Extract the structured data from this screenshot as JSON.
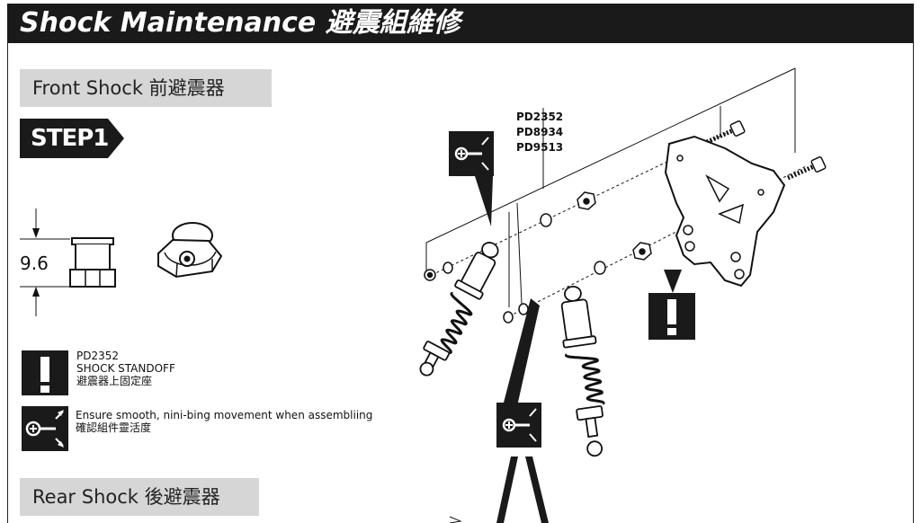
{
  "header": {
    "title": "Shock Maintenance 避震組維修"
  },
  "sections": {
    "front": {
      "label": "Front Shock 前避震器"
    },
    "rear": {
      "label": "Rear Shock  後避震器"
    }
  },
  "step": {
    "label": "STEP1"
  },
  "dimension": {
    "value": "9.6"
  },
  "notes": {
    "standoff": {
      "part_no": "PD2352",
      "name": "SHOCK STANDOFF",
      "name_zh": "避震器上固定座"
    },
    "movement": {
      "text": "Ensure smooth, nini-bing movement when assembliing",
      "text_zh": "確認組件靈活度"
    }
  },
  "part_numbers": [
    "PD2352",
    "PD8934",
    "PD9513"
  ],
  "icons": {
    "warning": "exclamation-icon",
    "movement": "pivot-movement-icon"
  },
  "colors": {
    "header_bg": "#1a1a1a",
    "band_bg": "#d6d6d6",
    "ink": "#111111"
  }
}
